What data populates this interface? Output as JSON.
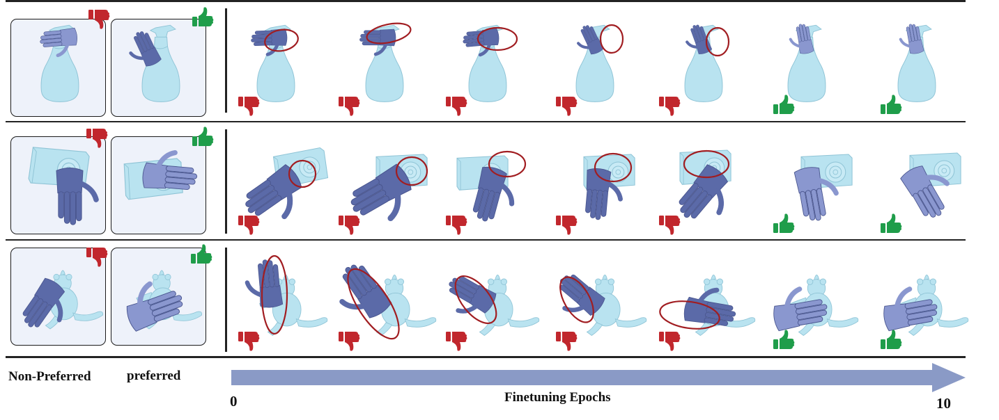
{
  "figure": {
    "rows": [
      {
        "object": "spray-bottle",
        "reference": {
          "non_preferred": "thumbs-down-icon",
          "preferred": "thumbs-up-icon"
        },
        "epochs": [
          "thumbs-down-icon",
          "thumbs-down-icon",
          "thumbs-down-icon",
          "thumbs-down-icon",
          "thumbs-down-icon",
          "thumbs-up-icon",
          "thumbs-up-icon"
        ]
      },
      {
        "object": "camera",
        "reference": {
          "non_preferred": "thumbs-down-icon",
          "preferred": "thumbs-up-icon"
        },
        "epochs": [
          "thumbs-down-icon",
          "thumbs-down-icon",
          "thumbs-down-icon",
          "thumbs-down-icon",
          "thumbs-down-icon",
          "thumbs-up-icon",
          "thumbs-up-icon"
        ]
      },
      {
        "object": "toy-figure",
        "reference": {
          "non_preferred": "thumbs-down-icon",
          "preferred": "thumbs-up-icon"
        },
        "epochs": [
          "thumbs-down-icon",
          "thumbs-down-icon",
          "thumbs-down-icon",
          "thumbs-down-icon",
          "thumbs-down-icon",
          "thumbs-up-icon",
          "thumbs-up-icon"
        ]
      }
    ],
    "labels": {
      "non_preferred": "Non-Preferred",
      "preferred": "preferred",
      "axis_title": "Finetuning Epochs",
      "axis_start": "0",
      "axis_end": "10"
    }
  },
  "colors": {
    "bad": "#c1272d",
    "good": "#1f9d4a",
    "hand": "#8a97cf",
    "hand_dark": "#5b6aa8",
    "object": "#b9e3f0",
    "object_edge": "#8fc4d6",
    "arrow": "#8a9ac6",
    "circle": "#a11d21"
  }
}
